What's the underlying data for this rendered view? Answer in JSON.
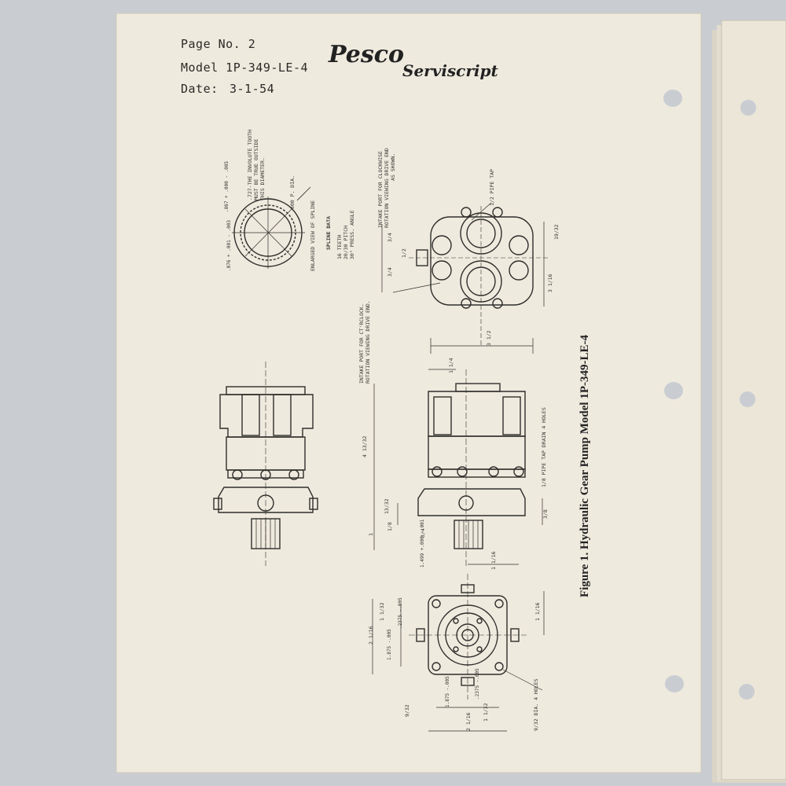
{
  "header": {
    "page_no": "Page No. 2",
    "model": "Model 1P-349-LE-4",
    "date_label": "Date:",
    "date_value": "3-1-54",
    "logo": "Pesco",
    "brand": "Serviscript"
  },
  "figure": {
    "caption": "Figure 1.  Hydraulic Gear Pump Model 1P-349-LE-4"
  },
  "notes": {
    "involute_1": ".727-THE INVOLUTE TOOTH",
    "involute_2": "MUST BE TRUE OUTSIDE",
    "involute_3": "THIS DIAMETER.",
    "dim_867": ".867 + .000 - .005",
    "dim_800": ".800 P. DIA.",
    "dim_076": ".076 + .001 - .003",
    "enlarged_view": "ENLARGED VIEW OF SPLINE",
    "spline_title": "SPLINE DATA",
    "spline_1": "16 TEETH",
    "spline_2": "20/30 PITCH",
    "spline_3": "30° PRESS. ANGLE",
    "intake_cw_1": "INTAKE PORT FOR CLOCKWISE",
    "intake_cw_2": "ROTATION VIEWING DRIVE END",
    "intake_cw_3": "AS SHOWN.",
    "intake_ccw_1": "INTAKE PORT FOR CT'RCLOCK.",
    "intake_ccw_2": "ROTATION VIEWING DRIVE END.",
    "pipe_tap_half": "1/2 PIPE TAP",
    "drain_note": "1/8 PIPE TAP DRAIN 4 HOLES",
    "holes_note": "9/32 DIA. 4 HOLES"
  },
  "dims": {
    "d_19_32": "19/32",
    "d_3_4a": "3/4",
    "d_3_4b": "3/4",
    "d_1_2": "1/2",
    "d_3_1_16": "3 1/16",
    "d_3_1_2": "3 1/2",
    "d_1_1_4": "1 1/4",
    "d_4_13_32": "4 13/32",
    "d_1": "1",
    "d_13_32": "13/32",
    "d_1_8": "1/8",
    "d_3_4c": "3/4",
    "d_3_8": "3/8",
    "d_1499": "1.499 +.000 -.001",
    "d_1_1_16a": "1 1/16",
    "d_1_1_16b": "1 1/16",
    "d_1_1_32": "1 1/32",
    "d_2375a": ".2375 -.005",
    "d_1875a": "1.875 -.005",
    "d_2_1_16": "2 1/16",
    "d_9_32": "9/32",
    "d_1875b": "1.875 -.005",
    "d_2375b": ".2375 -.005",
    "d_2_1_16b": "2 1/16",
    "d_1_1_32b": "1 1/32"
  }
}
